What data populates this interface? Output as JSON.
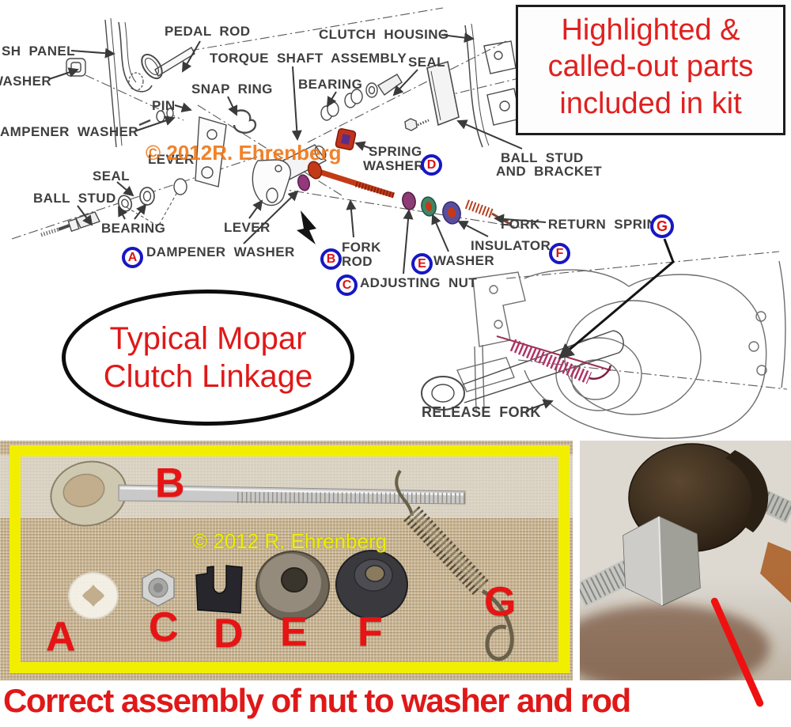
{
  "kit_note": {
    "line1": "Highlighted &",
    "line2": "called-out parts",
    "line3": "included in kit"
  },
  "diagram": {
    "watermark": "© 2012R. Ehrenberg",
    "oval_title": {
      "line1": "Typical Mopar",
      "line2": "Clutch Linkage"
    },
    "labels": {
      "dash_panel": "SH PANEL",
      "washer_top": "WASHER",
      "pedal_rod": "PEDAL ROD",
      "torque_shaft_assembly": "TORQUE SHAFT ASSEMBLY",
      "snap_ring": "SNAP RING",
      "pin": "PIN",
      "dampener_washer_top": "AMPENER WASHER",
      "clutch_housing": "CLUTCH HOUSING",
      "seal_upper": "SEAL",
      "bearing_upper": "BEARING",
      "spring_washer_l1": "SPRING",
      "spring_washer_l2": "WASHER",
      "ball_stud_bracket_l1": "BALL STUD",
      "ball_stud_bracket_l2": "AND BRACKET",
      "lever_upper": "LEVER",
      "seal_left": "SEAL",
      "ball_stud_left": "BALL STUD",
      "bearing_left": "BEARING",
      "lever_mid": "LEVER",
      "dampener_washer": "DAMPENER WASHER",
      "fork_l1": "FORK",
      "fork_l2": "ROD",
      "adjusting_nut": "ADJUSTING NUT",
      "washer_mid": "WASHER",
      "insulator": "INSULATOR",
      "fork_return_spring": "FORK RETURN SPRING",
      "release_fork": "RELEASE FORK"
    },
    "callouts": {
      "a": "A",
      "b": "B",
      "c": "C",
      "d": "D",
      "e": "E",
      "f": "F",
      "g": "G"
    }
  },
  "kit_photo": {
    "watermark": "© 2012 R. Ehrenberg",
    "labels": {
      "a": "A",
      "b": "B",
      "c": "C",
      "d": "D",
      "e": "E",
      "f": "F",
      "g": "G"
    }
  },
  "caption": "Correct assembly of nut to washer and rod",
  "colors": {
    "callout_letter_red": "#e01212",
    "callout_ring_blue": "#1717c4",
    "note_red": "#e02020",
    "watermark_orange": "#f07818",
    "watermark_yellow": "#ecee00",
    "photo_frame_yellow": "#f2ee00",
    "highlight_red": "#c23b16"
  }
}
